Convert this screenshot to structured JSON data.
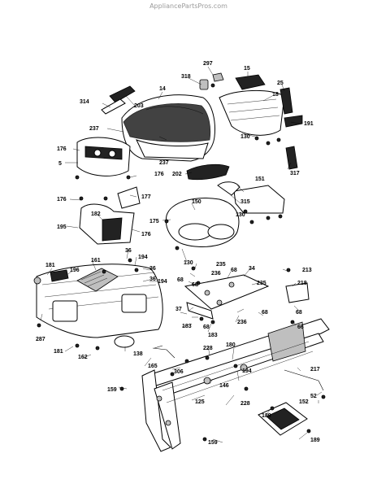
{
  "watermark": "AppliancePartsPros.com",
  "parts": [
    {
      "id": "p297",
      "text": "297"
    },
    {
      "id": "p15",
      "text": "15"
    },
    {
      "id": "p318",
      "text": "318"
    },
    {
      "id": "p14",
      "text": "14"
    },
    {
      "id": "p25",
      "text": "25"
    },
    {
      "id": "p18",
      "text": "18"
    },
    {
      "id": "p314",
      "text": "314"
    },
    {
      "id": "p203",
      "text": "203"
    },
    {
      "id": "p130a",
      "text": "130"
    },
    {
      "id": "p191",
      "text": "191"
    },
    {
      "id": "p237a",
      "text": "237"
    },
    {
      "id": "p176a",
      "text": "176"
    },
    {
      "id": "p5",
      "text": "5"
    },
    {
      "id": "p237b",
      "text": "237"
    },
    {
      "id": "p176b",
      "text": "176"
    },
    {
      "id": "p317",
      "text": "317"
    },
    {
      "id": "p202",
      "text": "202"
    },
    {
      "id": "p176c",
      "text": "176"
    },
    {
      "id": "p177",
      "text": "177"
    },
    {
      "id": "p151",
      "text": "151"
    },
    {
      "id": "p150",
      "text": "150"
    },
    {
      "id": "p315",
      "text": "315"
    },
    {
      "id": "p182",
      "text": "182"
    },
    {
      "id": "p175",
      "text": "175"
    },
    {
      "id": "p130b",
      "text": "130"
    },
    {
      "id": "p195",
      "text": "195"
    },
    {
      "id": "p176d",
      "text": "176"
    },
    {
      "id": "p130c",
      "text": "130"
    },
    {
      "id": "p36a",
      "text": "36"
    },
    {
      "id": "p194a",
      "text": "194"
    },
    {
      "id": "p161",
      "text": "161"
    },
    {
      "id": "p181a",
      "text": "181"
    },
    {
      "id": "p196",
      "text": "196"
    },
    {
      "id": "p36b",
      "text": "36"
    },
    {
      "id": "p235a",
      "text": "235"
    },
    {
      "id": "p68a",
      "text": "68"
    },
    {
      "id": "p34",
      "text": "34"
    },
    {
      "id": "p213",
      "text": "213"
    },
    {
      "id": "p36c",
      "text": "36"
    },
    {
      "id": "p236a",
      "text": "236"
    },
    {
      "id": "p194b",
      "text": "194"
    },
    {
      "id": "p68b",
      "text": "68"
    },
    {
      "id": "p235b",
      "text": "235"
    },
    {
      "id": "p218",
      "text": "218"
    },
    {
      "id": "p68c",
      "text": "68"
    },
    {
      "id": "p37",
      "text": "37"
    },
    {
      "id": "p68d",
      "text": "68"
    },
    {
      "id": "p68e",
      "text": "68"
    },
    {
      "id": "p287",
      "text": "287"
    },
    {
      "id": "p236b",
      "text": "236"
    },
    {
      "id": "p66",
      "text": "66"
    },
    {
      "id": "p183a",
      "text": "183"
    },
    {
      "id": "p68f",
      "text": "68"
    },
    {
      "id": "p183b",
      "text": "183"
    },
    {
      "id": "p181b",
      "text": "181"
    },
    {
      "id": "p138",
      "text": "138"
    },
    {
      "id": "p228a",
      "text": "228"
    },
    {
      "id": "p180",
      "text": "180"
    },
    {
      "id": "p162",
      "text": "162"
    },
    {
      "id": "p165",
      "text": "165"
    },
    {
      "id": "p306",
      "text": "306"
    },
    {
      "id": "p194c",
      "text": "194"
    },
    {
      "id": "p217",
      "text": "217"
    },
    {
      "id": "p146",
      "text": "146"
    },
    {
      "id": "p159a",
      "text": "159"
    },
    {
      "id": "p125",
      "text": "125"
    },
    {
      "id": "p228b",
      "text": "228"
    },
    {
      "id": "p52",
      "text": "52"
    },
    {
      "id": "p152",
      "text": "152"
    },
    {
      "id": "p189a",
      "text": "189"
    },
    {
      "id": "p159b",
      "text": "159"
    },
    {
      "id": "p189b",
      "text": "189"
    }
  ]
}
